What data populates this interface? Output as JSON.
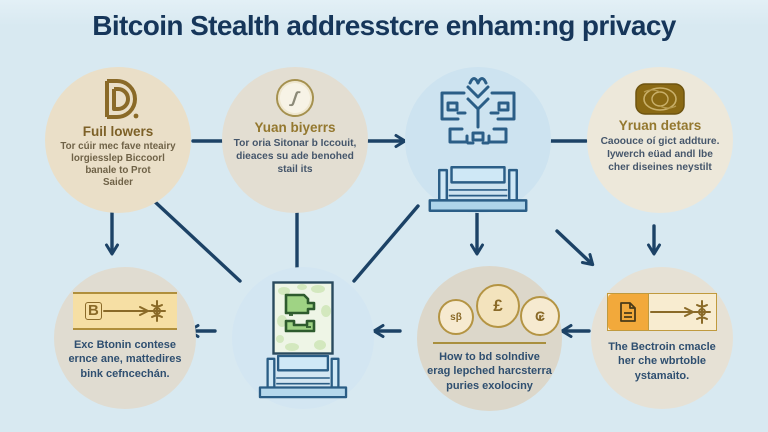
{
  "title": {
    "text": "Bitcoin Stealth addresstcre enham:ng privacy"
  },
  "colors": {
    "background": "#d8e9f1",
    "arrow_navy": "#1c4266",
    "title_navy": "#16365a",
    "gold": "#8a6a28",
    "banner_fill": "#f6dfa4",
    "orange": "#f2a93b",
    "circle_beige": "#eadfc8",
    "circle_blue": "#cde3f0",
    "card_green": "#9fd384"
  },
  "nodes": {
    "followers": {
      "icon": "d-monogram-icon",
      "title": "Fuil lowers",
      "lines": [
        "Tor cúir mec fave nteairy",
        "lorgiesslep Biccoorl",
        "banale to Prot",
        "Saider"
      ]
    },
    "buyers": {
      "icon": "ring-seal-icon",
      "glyph": "ʃ",
      "title": "Yuan biyerrs",
      "lines": [
        "Tor oria Sitonar b Iccouit,",
        "dieaces su ade benohed",
        "stail its"
      ]
    },
    "network": {
      "icon": "circuit-sculpture-icon"
    },
    "details": {
      "icon": "gold-seal-icon",
      "title": "Yruan detars",
      "lines": [
        "Caoouce oí gict addture.",
        "Iywerch eüad andl lbe",
        "cher diseines neystilt"
      ]
    },
    "exchange": {
      "icon": "bitcoin-arrow-banner-icon",
      "badge": "B",
      "lines": [
        "Exc Btonin contese",
        "ernce ane, mattedires",
        "bink cefncechán."
      ]
    },
    "card": {
      "icon": "green-card-pedestal-icon"
    },
    "coins": {
      "icon": "three-coins-icon",
      "coin_labels": [
        "sβ",
        "£",
        "₢"
      ],
      "lines": [
        "How to bd solndive",
        "erag lepched harcsterra",
        "puries exolociny"
      ]
    },
    "oracle": {
      "icon": "document-arrow-banner-icon",
      "lines": [
        "The Bectroin cmacle",
        "her che wbrtoble",
        "ystamaìto."
      ]
    }
  }
}
